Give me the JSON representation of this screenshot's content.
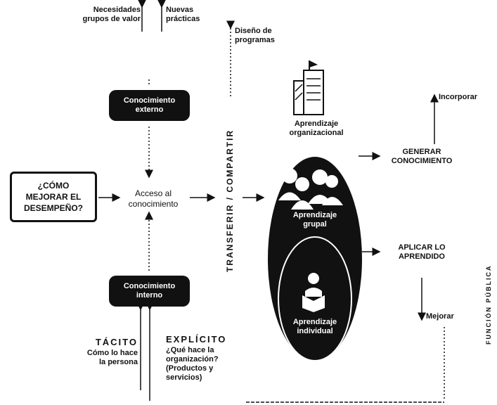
{
  "diagram": {
    "top_left": "Necesidades\ngrupos de valor",
    "top_mid": "Nuevas\nprácticas",
    "design": "Diseño de\nprogramas",
    "ext_knowledge": "Conocimiento\nexterno",
    "question": "¿CÓMO\nMEJORAR EL\nDESEMPEÑO?",
    "access": "Acceso al\nconocimiento",
    "int_knowledge": "Conocimiento\ninterno",
    "transfer": "TRANSFERIR / COMPARTIR",
    "org_learning": "Aprendizaje\norganizacional",
    "group_learning": "Aprendizaje\ngrupal",
    "individual_learning": "Aprendizaje\nindividual",
    "generate": "GENERAR\nCONOCIMIENTO",
    "incorporate": "Incorporar",
    "apply": "APLICAR LO\nAPRENDIDO",
    "improve": "Mejorar",
    "tacit_title": "TÁCITO",
    "tacit_desc": "Cómo lo hace\nla persona",
    "explicit_title": "EXPLÍCITO",
    "explicit_desc": "¿Qué hace la\norganización?\n(Productos y\nservicios)",
    "side": "FUNCIÓN PÚBLICA"
  },
  "colors": {
    "ink": "#111111",
    "white": "#ffffff"
  },
  "icons": [
    "building-icon",
    "group-icon",
    "person-reading-icon"
  ]
}
